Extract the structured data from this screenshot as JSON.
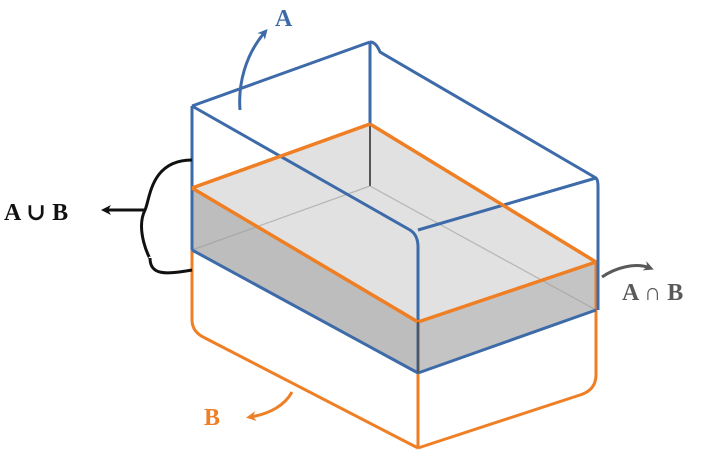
{
  "labels": {
    "a": "A",
    "b": "B",
    "union": "A ∪ B",
    "intersection": "A ∩ B"
  },
  "colors": {
    "a": "#3d6aa8",
    "b": "#ef7f25",
    "a_label": "#3d6aa8",
    "b_label": "#ef7f25",
    "union_label": "#111111",
    "union_arrow": "#111111",
    "intersection_label": "#5a5a5a",
    "intersection_arrow": "#5a5a5a",
    "overlap_fill": "#c8c8c8"
  }
}
